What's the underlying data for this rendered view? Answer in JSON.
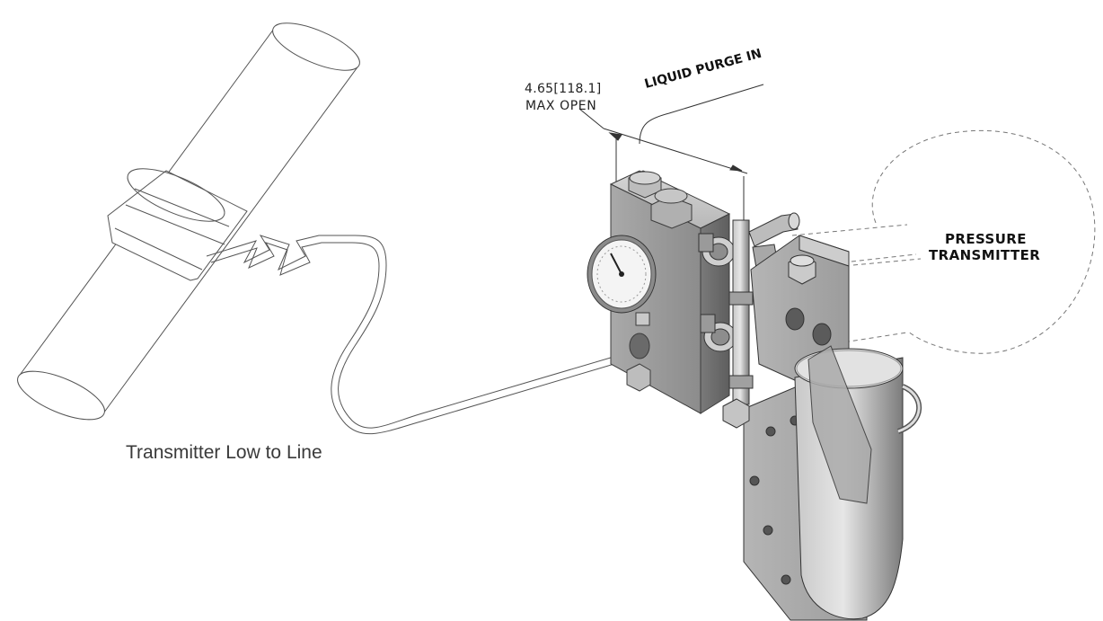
{
  "caption": "Transmitter Low to Line",
  "dimension": {
    "value": "4.65[118.1]",
    "note": "MAX OPEN"
  },
  "callouts": {
    "liquid_purge": "LIQUID PURGE IN",
    "pressure_transmitter_line1": "PRESSURE",
    "pressure_transmitter_line2": "TRANSMITTER"
  },
  "colors": {
    "line_art": "#555555",
    "metal_light": "#bdbdbd",
    "metal_mid": "#9a9a9a",
    "metal_dark": "#6e6e6e"
  }
}
